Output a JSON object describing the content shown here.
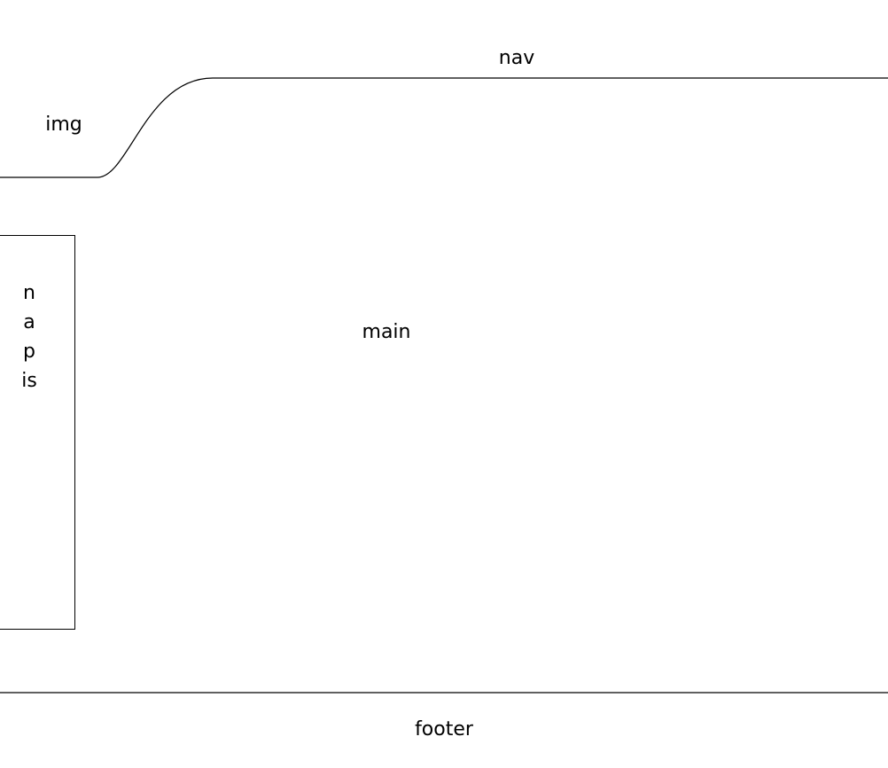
{
  "header": {
    "nav_label": "nav",
    "img_label": "img"
  },
  "sidebar": {
    "label": "napis"
  },
  "main": {
    "label": "main"
  },
  "footer": {
    "label": "footer"
  },
  "colors": {
    "line": "#000000",
    "background": "#ffffff"
  }
}
